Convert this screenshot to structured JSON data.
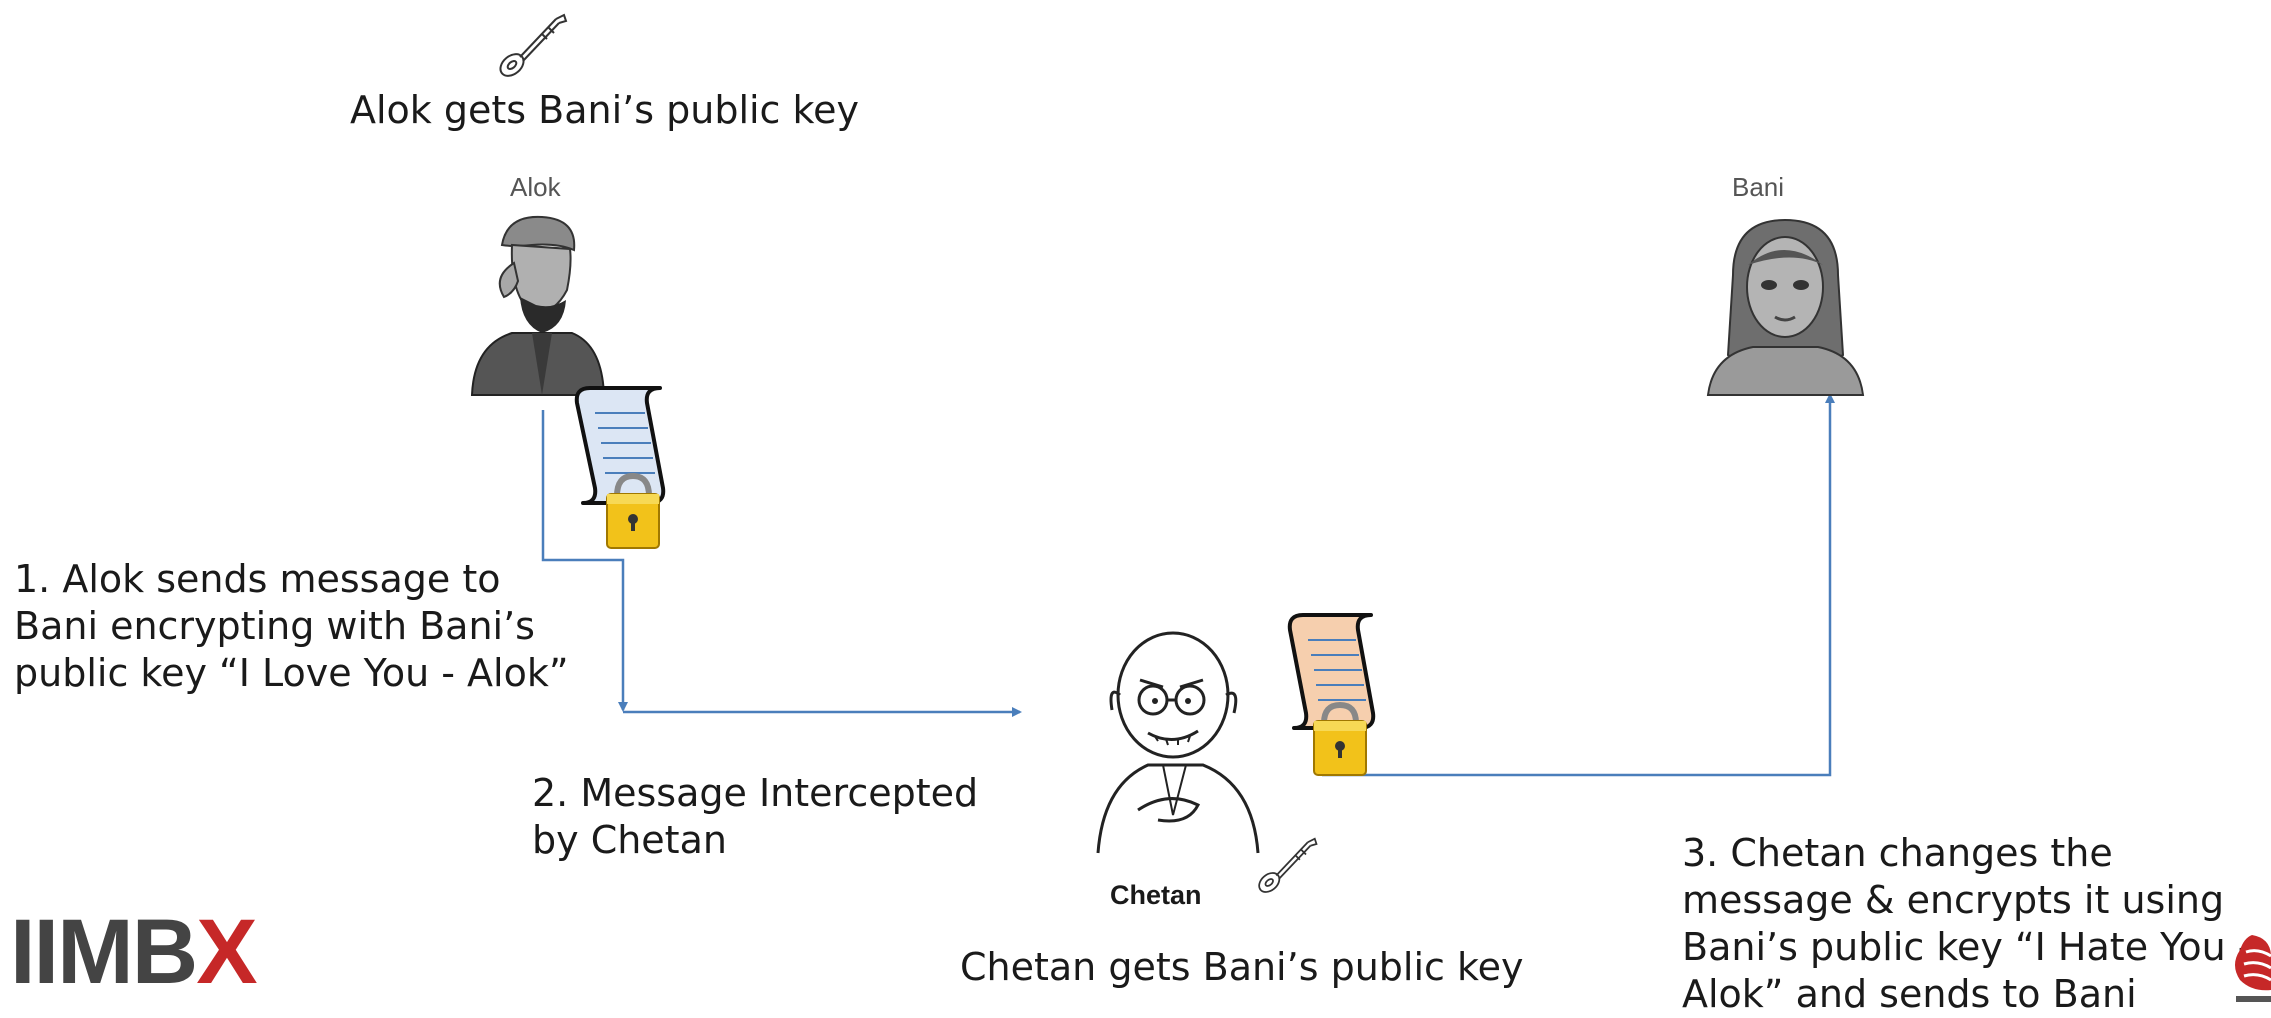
{
  "top": {
    "caption": "Alok gets Bani’s public key"
  },
  "people": {
    "alok": {
      "name": "Alok"
    },
    "bani": {
      "name": "Bani"
    },
    "chetan": {
      "name": "Chetan",
      "caption": "Chetan gets Bani’s public key"
    }
  },
  "steps": {
    "step1": "1. Alok  sends message to Bani encrypting with Bani’s public key “I Love You - Alok”",
    "step2": "2. Message Intercepted by Chetan",
    "step3": "3. Chetan changes the message & encrypts it using Bani’s public key “I Hate You - Alok” and sends to Bani"
  },
  "brand": {
    "prefix": "IIMB",
    "suffix": "X"
  },
  "colors": {
    "arrow": "#4a7ebb",
    "alok_scroll": "#dce6f4",
    "chetan_scroll": "#f6cfae",
    "lock": "#f2c21a"
  }
}
